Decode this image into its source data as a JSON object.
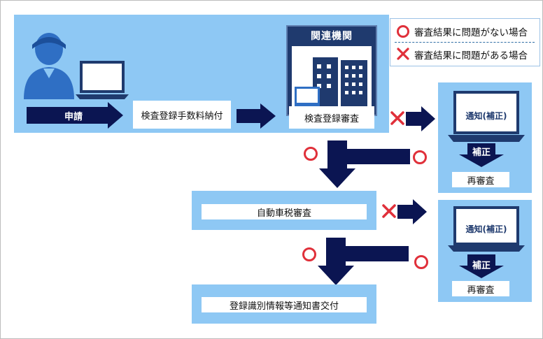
{
  "legend": {
    "ok_label": "審査結果に問題がない場合",
    "ng_label": "審査結果に問題がある場合"
  },
  "colors": {
    "panel": "#8ec8f4",
    "navy": "#0b1552",
    "ok_red": "#e0303a",
    "ng_red": "#e0303a"
  },
  "steps": {
    "apply": "申請",
    "fee_payment": "検査登録手数料納付",
    "agency_title": "関連機関",
    "inspection_review": "検査登録審査",
    "vehicle_tax_review": "自動車税審査",
    "certificate_issue": "登録識別情報等通知書交付"
  },
  "notice_boxes": [
    {
      "screen_text": "通知(補正)",
      "arrow_label": "補正",
      "re_review": "再審査"
    },
    {
      "screen_text": "通知(補正)",
      "arrow_label": "補正",
      "re_review": "再審査"
    }
  ],
  "icons": {
    "person": "person-icon",
    "laptop": "laptop-icon",
    "buildings": "buildings-icon",
    "ok": "circle-ok-icon",
    "ng": "cross-ng-icon"
  }
}
